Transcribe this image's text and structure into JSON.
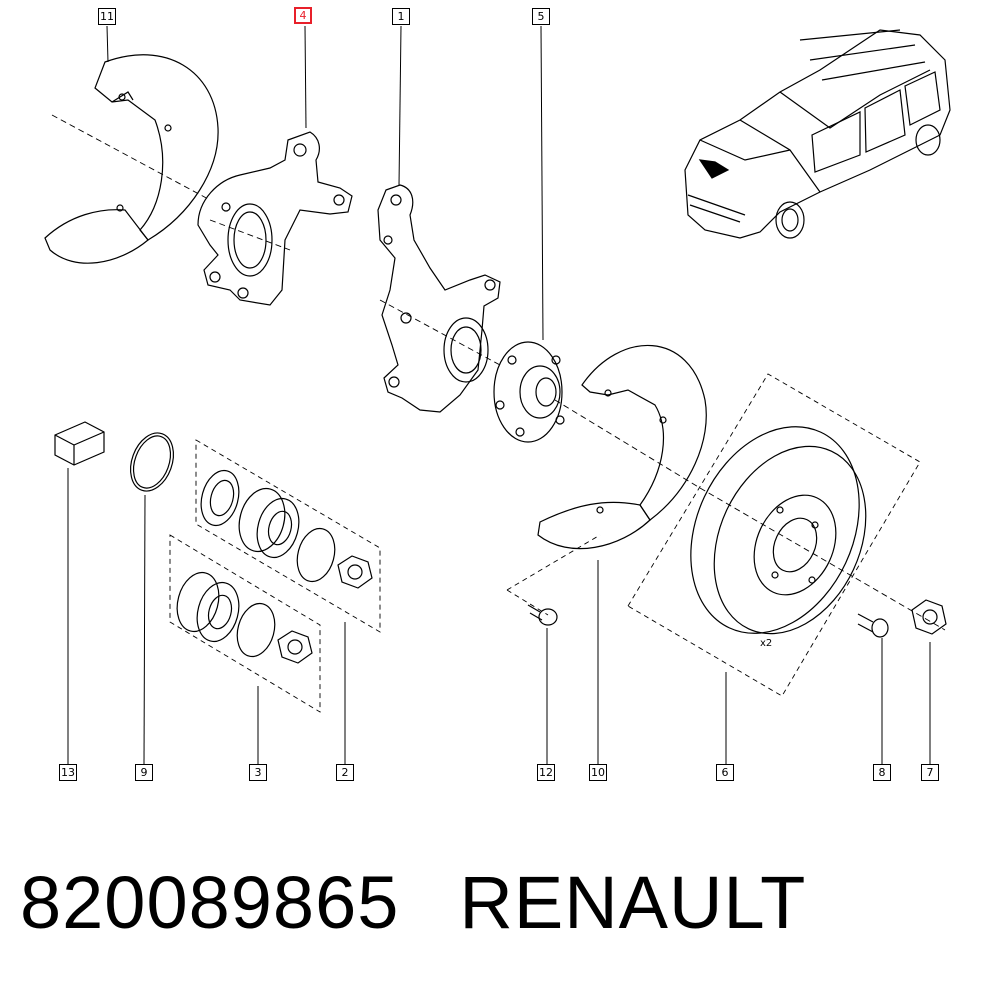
{
  "callouts": {
    "c1": "1",
    "c2": "2",
    "c3": "3",
    "c4": "4",
    "c5": "5",
    "c6": "6",
    "c7": "7",
    "c8": "8",
    "c9": "9",
    "c10": "10",
    "c11": "11",
    "c12": "12",
    "c13": "13"
  },
  "highlighted_callout": "4",
  "quantity_note": "x2",
  "footer": {
    "part_number": "820089865",
    "brand": "RENAULT"
  },
  "colors": {
    "line": "#000000",
    "highlight": "#e8202a",
    "background": "#ffffff"
  }
}
